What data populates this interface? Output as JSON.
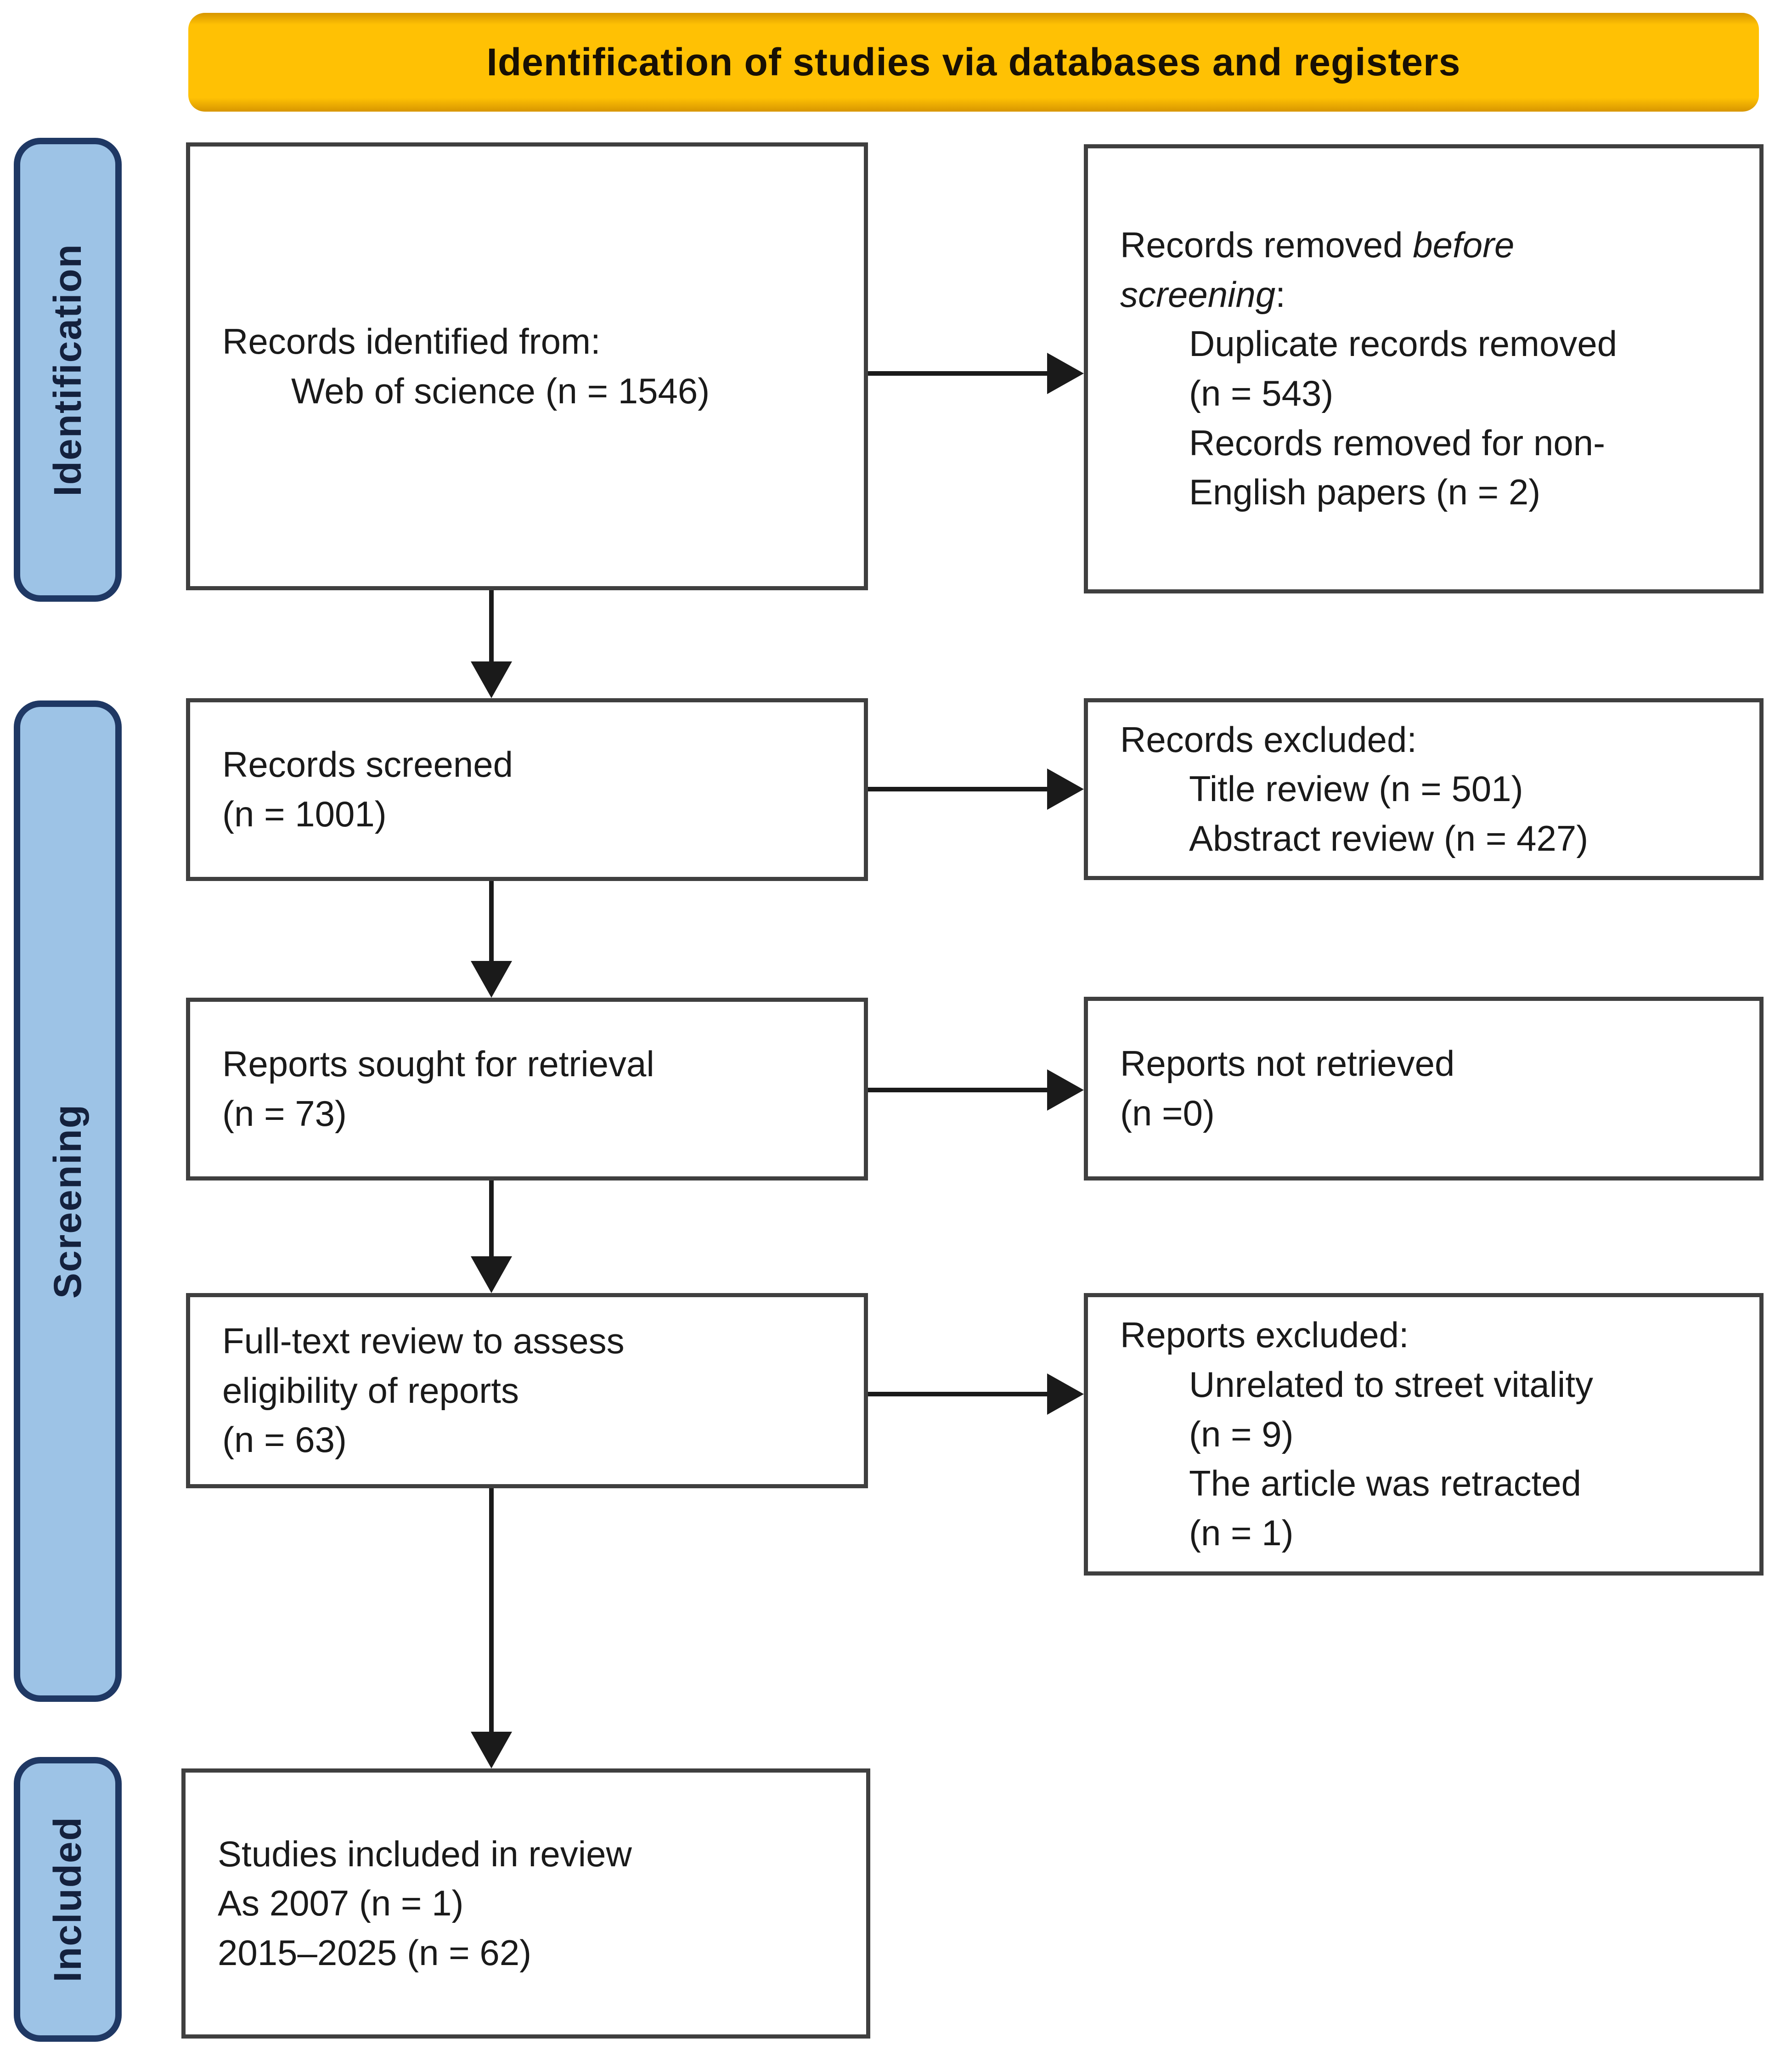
{
  "header": {
    "title": "Identification of studies via databases and registers"
  },
  "colors": {
    "banner_fill": "#FFC104",
    "stage_fill": "#9DC3E6",
    "stage_border": "#1F3864",
    "box_border": "#3F3F3F",
    "arrow": "#1A1A1A",
    "text": "#1A1A1A"
  },
  "stages": {
    "identification": "Identification",
    "screening": "Screening",
    "included": "Included"
  },
  "boxes": {
    "records_identified": {
      "line1": "Records identified from:",
      "line2": "Web of science (n = 1546)"
    },
    "records_removed": {
      "line1_plain": "Records removed ",
      "line1_italic": "before",
      "line2_italic": "screening",
      "line2_plain": ":",
      "item1": "Duplicate records removed",
      "item2": "(n = 543)",
      "item3": "Records removed for non-",
      "item4": "English papers (n = 2)"
    },
    "records_screened": {
      "line1": "Records screened",
      "line2": "(n = 1001)"
    },
    "records_excluded": {
      "line1": "Records excluded:",
      "item1": "Title review (n = 501)",
      "item2": "Abstract review (n = 427)"
    },
    "reports_sought": {
      "line1": "Reports sought for retrieval",
      "line2": "(n = 73)"
    },
    "reports_not_retrieved": {
      "line1": "Reports not retrieved",
      "line2": "(n =0)"
    },
    "fulltext_review": {
      "line1": "Full-text review to assess",
      "line2": "eligibility of reports",
      "line3": "(n = 63)"
    },
    "reports_excluded": {
      "line1": "Reports excluded:",
      "item1": "Unrelated to street vitality",
      "item2": "(n = 9)",
      "item3": "The article was retracted",
      "item4": "(n = 1)"
    },
    "studies_included": {
      "line1": "Studies included in review",
      "line2": "As 2007 (n = 1)",
      "line3": "2015–2025 (n = 62)"
    }
  }
}
